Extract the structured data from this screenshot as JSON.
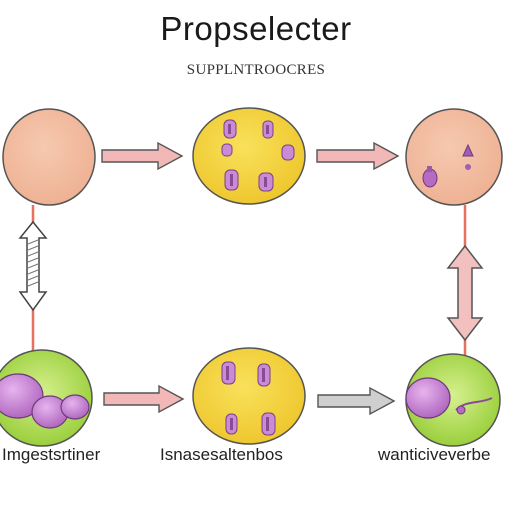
{
  "title": "Propselecter",
  "subtitle": "SUPPLNTROOCRES",
  "captions": {
    "left": "Imgestsrtiner",
    "middle": "Isnasesaltenbos",
    "right": "wanticiveverbe"
  },
  "colors": {
    "peach_cell": "#f1b99c",
    "yellow_cell": "#f3d23e",
    "green_cell": "#a6d94a",
    "vesicle": "#c57fcf",
    "arrow_pink": "#f2b8b8",
    "arrow_gray": "#c9c9c9",
    "connector": "#e8705e"
  }
}
